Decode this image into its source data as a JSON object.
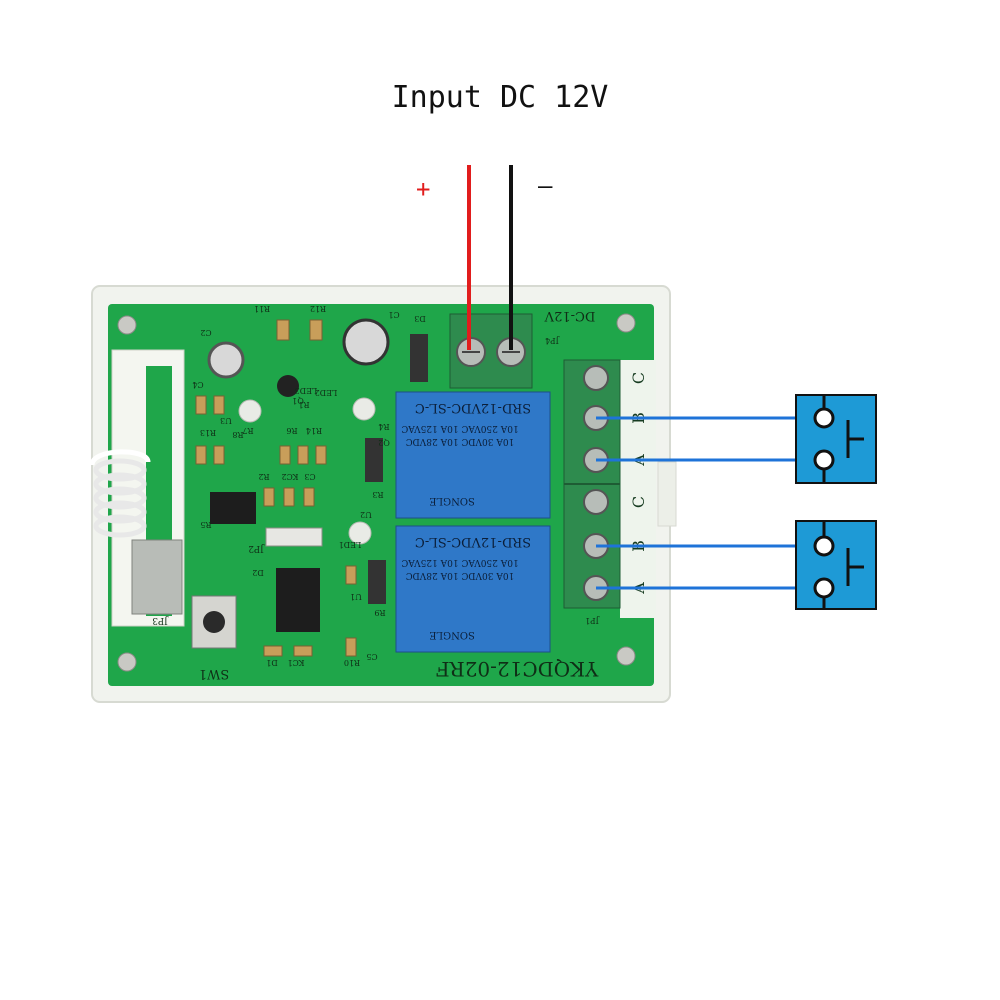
{
  "title": "Input DC 12V",
  "polarity": {
    "plus": "+",
    "minus": "—"
  },
  "colors": {
    "positive_wire": "#e11d1d",
    "negative_wire": "#111111",
    "signal_wire": "#1e73d8",
    "board_green": "#1fa64a",
    "relay_blue": "#2f78c8",
    "terminal_green": "#2e8b4e",
    "switch_blue": "#1e9ad6",
    "enclosure": "#f1f3ee"
  },
  "board": {
    "model": "YKQDC12-02RF",
    "power_label": "DC-12V",
    "power_connector": "JP4",
    "output_connector": "JP1",
    "jumper": "JP2",
    "module_connector": "JP3",
    "button": "SW1",
    "terminal_letters_top": [
      "C",
      "B",
      "A"
    ],
    "terminal_letters_bottom": [
      "C",
      "B",
      "A"
    ],
    "silkscreen": [
      "R11",
      "R12",
      "C1",
      "D3",
      "C2",
      "C4",
      "LED2",
      "LED3",
      "U3",
      "R13",
      "R8",
      "R7",
      "R6",
      "R14",
      "R4",
      "Q2",
      "R2",
      "KC2",
      "C3",
      "R5",
      "R3",
      "U2",
      "D2",
      "LED1",
      "U1",
      "R9",
      "D1",
      "KC1",
      "R10",
      "C5",
      "R1",
      "Q1"
    ]
  },
  "relays": [
    {
      "model": "SRD-12VDC-SL-C",
      "ratings": [
        "10A 250VAC 10A 125VAC",
        "10A 30VDC 10A 28VDC"
      ],
      "brand": "SONGLE"
    },
    {
      "model": "SRD-12VDC-SL-C",
      "ratings": [
        "10A 250VAC 10A 125VAC",
        "10A 30VDC 10A 28VDC"
      ],
      "brand": "SONGLE"
    }
  ],
  "switch_symbols": [
    {
      "icon": "push-button-switch-icon"
    },
    {
      "icon": "push-button-switch-icon"
    }
  ]
}
